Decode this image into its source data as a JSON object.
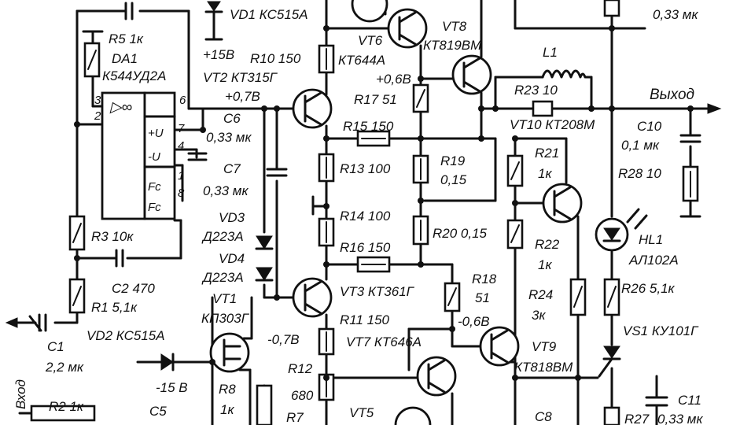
{
  "labels": {
    "vd1": "VD1 КС515А",
    "c_top": "0,33 мк",
    "r5": "R5 1к",
    "da1": "DA1",
    "da1_type": "К544УД2А",
    "pin3": "3",
    "pin2": "2",
    "pin6": "6",
    "pin7": "7",
    "pin4": "4",
    "pin1": "1",
    "pin8": "8",
    "opamp_sym": "▷∞",
    "plus_u": "+U",
    "minus_u": "-U",
    "fc1": "Fc",
    "fc2": "Fc",
    "p15v": "+15В",
    "r10": "R10 150",
    "vt2": "VT2 КТ315Г",
    "v07p": "+0,7В",
    "c6": "С6",
    "c6_val": "0,33 мк",
    "c7": "С7",
    "c7_val": "0,33 мк",
    "vd3": "VD3",
    "vd3_type": "Д223А",
    "vd4": "VD4",
    "vd4_type": "Д223А",
    "vt1": "VT1",
    "vt1_type": "КП303Г",
    "v07m": "-0,7В",
    "vt6": "VT6",
    "vt6_type": "КТ644А",
    "vt8": "VT8",
    "vt8_type": "КТ819ВМ",
    "v06p": "+0,6В",
    "r17": "R17 51",
    "r15": "R15 150",
    "r13": "R13 100",
    "r19": "R19",
    "r19_val": "0,15",
    "r14": "R14 100",
    "r20": "R20 0,15",
    "r16": "R16 150",
    "vt3": "VT3 КТ361Г",
    "r18": "R18",
    "r18_val": "51",
    "r11": "R11 150",
    "v06m": "-0,6В",
    "vt7": "VT7 КТ646А",
    "vt9": "VT9",
    "vt9_type": "КТ818ВМ",
    "r12": "R12",
    "r12_val": "680",
    "r7": "R7",
    "vt5": "VT5",
    "r8": "R8",
    "r8_val": "1к",
    "c8": "С8",
    "l1": "L1",
    "r23": "R23 10",
    "out": "Выход",
    "vt10": "VT10 КТ208М",
    "r21": "R21",
    "r21_val": "1к",
    "r22": "R22",
    "r22_val": "1к",
    "r24": "R24",
    "r24_val": "3к",
    "c10": "С10",
    "c10_val": "0,1 мк",
    "r28": "R28 10",
    "hl1": "HL1",
    "hl1_type": "АЛ102А",
    "r26": "R26 5,1к",
    "vs1": "VS1 КУ101Г",
    "c11": "С11",
    "c11_val": "0,33 мк",
    "r27": "R27",
    "r3": "R3 10к",
    "c2": "С2 470",
    "r1": "R1 5,1к",
    "c1": "С1",
    "c1_val": "2,2 мк",
    "vd2": "VD2 КС515А",
    "m15v": "-15 В",
    "in": "Вход",
    "r2": "R2 1к",
    "c5": "С5"
  }
}
